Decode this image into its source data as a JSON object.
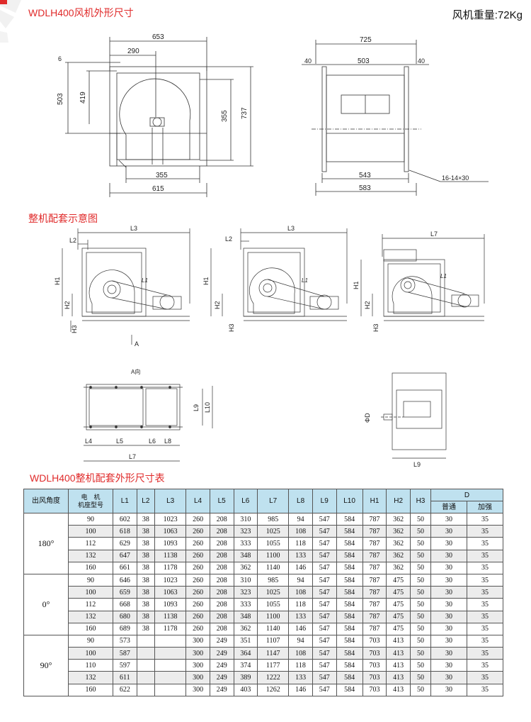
{
  "headings": {
    "outline": "WDLH400风机外形尺寸",
    "weight": "风机重量:72Kg",
    "assembly": "整机配套示意图",
    "table": "WDLH400整机配套外形尺寸表"
  },
  "drawing_labels": {
    "front": {
      "w_top": "653",
      "w_left": "290",
      "h_left_outer": "503",
      "h_left_inner": "419",
      "top_small": "6",
      "h_right_inner": "355",
      "h_right_outer": "737",
      "w_bottom_inner": "355",
      "w_bottom_outer": "615"
    },
    "side": {
      "w_top": "725",
      "left_flange": "40",
      "mid": "503",
      "right_flange": "40",
      "w_bottom_inner": "543",
      "w_bottom_outer": "583",
      "holes": "16-14×30"
    },
    "assembly": {
      "L2": "L2",
      "L3": "L3",
      "L7": "L7",
      "H1": "H1",
      "H2": "H2",
      "H3": "H3",
      "L1": "L1",
      "A": "A"
    },
    "a_view": {
      "title": "A向",
      "L4": "L4",
      "L5": "L5",
      "L6": "L6",
      "L8": "L8",
      "L7": "L7",
      "L9": "L9",
      "L10": "L10"
    },
    "d_view": {
      "D": "ΦD",
      "L9": "L9"
    }
  },
  "table": {
    "headers": [
      "出风角度",
      "电　机",
      "机座型号",
      "L1",
      "L2",
      "L3",
      "L4",
      "L5",
      "L6",
      "L7",
      "L8",
      "L9",
      "L10",
      "H1",
      "H2",
      "H3",
      "D",
      "普通",
      "加强"
    ],
    "groups": [
      {
        "angle": "180°",
        "rows": [
          [
            "90",
            "602",
            "38",
            "1023",
            "260",
            "208",
            "310",
            "985",
            "94",
            "547",
            "584",
            "787",
            "362",
            "50",
            "30",
            "35"
          ],
          [
            "100",
            "618",
            "38",
            "1063",
            "260",
            "208",
            "323",
            "1025",
            "108",
            "547",
            "584",
            "787",
            "362",
            "50",
            "30",
            "35"
          ],
          [
            "112",
            "629",
            "38",
            "1093",
            "260",
            "208",
            "333",
            "1055",
            "118",
            "547",
            "584",
            "787",
            "362",
            "50",
            "30",
            "35"
          ],
          [
            "132",
            "647",
            "38",
            "1138",
            "260",
            "208",
            "348",
            "1100",
            "133",
            "547",
            "584",
            "787",
            "362",
            "50",
            "30",
            "35"
          ],
          [
            "160",
            "661",
            "38",
            "1178",
            "260",
            "208",
            "362",
            "1140",
            "146",
            "547",
            "584",
            "787",
            "362",
            "50",
            "30",
            "35"
          ]
        ]
      },
      {
        "angle": "0°",
        "rows": [
          [
            "90",
            "646",
            "38",
            "1023",
            "260",
            "208",
            "310",
            "985",
            "94",
            "547",
            "584",
            "787",
            "475",
            "50",
            "30",
            "35"
          ],
          [
            "100",
            "659",
            "38",
            "1063",
            "260",
            "208",
            "323",
            "1025",
            "108",
            "547",
            "584",
            "787",
            "475",
            "50",
            "30",
            "35"
          ],
          [
            "112",
            "668",
            "38",
            "1093",
            "260",
            "208",
            "333",
            "1055",
            "118",
            "547",
            "584",
            "787",
            "475",
            "50",
            "30",
            "35"
          ],
          [
            "132",
            "680",
            "38",
            "1138",
            "260",
            "208",
            "348",
            "1100",
            "133",
            "547",
            "584",
            "787",
            "475",
            "50",
            "30",
            "35"
          ],
          [
            "160",
            "689",
            "38",
            "1178",
            "260",
            "208",
            "362",
            "1140",
            "146",
            "547",
            "584",
            "787",
            "475",
            "50",
            "30",
            "35"
          ]
        ]
      },
      {
        "angle": "90°",
        "rows": [
          [
            "90",
            "573",
            "",
            "",
            "300",
            "249",
            "351",
            "1107",
            "94",
            "547",
            "584",
            "703",
            "413",
            "50",
            "30",
            "35"
          ],
          [
            "100",
            "587",
            "",
            "",
            "300",
            "249",
            "364",
            "1147",
            "108",
            "547",
            "584",
            "703",
            "413",
            "50",
            "30",
            "35"
          ],
          [
            "110",
            "597",
            "",
            "",
            "300",
            "249",
            "374",
            "1177",
            "118",
            "547",
            "584",
            "703",
            "413",
            "50",
            "30",
            "35"
          ],
          [
            "132",
            "611",
            "",
            "",
            "300",
            "249",
            "389",
            "1222",
            "133",
            "547",
            "584",
            "703",
            "413",
            "50",
            "30",
            "35"
          ],
          [
            "160",
            "622",
            "",
            "",
            "300",
            "249",
            "403",
            "1262",
            "146",
            "547",
            "584",
            "703",
            "413",
            "50",
            "30",
            "35"
          ]
        ]
      }
    ]
  }
}
